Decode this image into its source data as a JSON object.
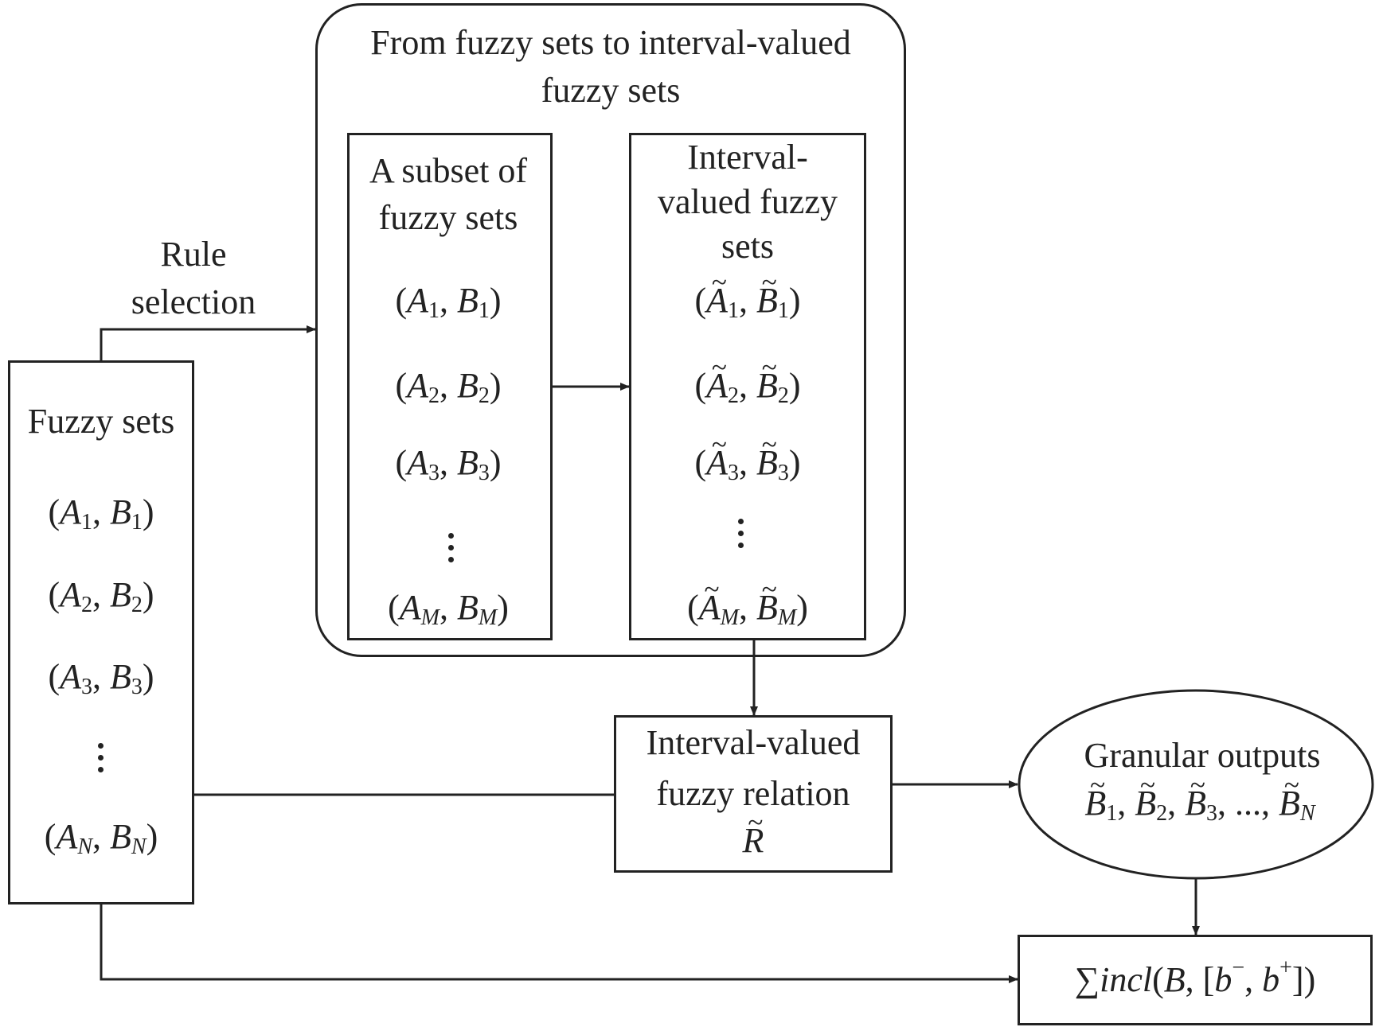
{
  "outer_panel": {
    "title_line1": "From fuzzy sets to interval-valued",
    "title_line2": "fuzzy sets"
  },
  "subset_box": {
    "title_line1": "A subset of",
    "title_line2": "fuzzy sets"
  },
  "interval_box": {
    "title_line1": "Interval-",
    "title_line2": "valued fuzzy",
    "title_line3": "sets"
  },
  "rule_selection": {
    "line1": "Rule",
    "line2": "selection"
  },
  "fuzzy_sets_box": {
    "title": "Fuzzy sets"
  },
  "relation_box": {
    "line1": "Interval-valued",
    "line2": "fuzzy relation",
    "symbol": "R"
  },
  "granular_outputs": {
    "title": "Granular outputs"
  },
  "inclusion_box": {
    "sum_symbol": "∑",
    "label": "incl"
  },
  "pairs": {
    "i1": "1",
    "i2": "2",
    "i3": "3",
    "iM": "M",
    "iN": "N",
    "A": "A",
    "B": "B"
  }
}
